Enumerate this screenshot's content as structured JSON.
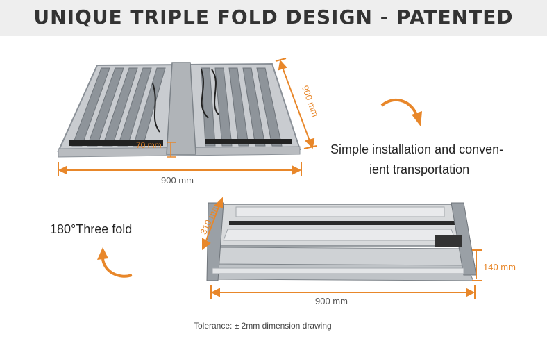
{
  "title": "UNIQUE TRIPLE FOLD DESIGN - PATENTED",
  "top_view": {
    "width_label": "900 mm",
    "depth_label": "900 mm",
    "height_label": "70 mm"
  },
  "caption_right": {
    "line1": "Simple installation and conven-",
    "line2": "ient transportation"
  },
  "caption_left": "180°Three fold",
  "folded_view": {
    "depth_label": "310 mm",
    "height_label": "140 mm",
    "width_label": "900 mm"
  },
  "footer": "Tolerance: ± 2mm dimension drawing",
  "colors": {
    "accent": "#e8872a",
    "title_bg": "#eeeeee",
    "frame": "#9aa0a6"
  },
  "icons": [
    "curved-arrow-down-icon",
    "curved-arrow-up-icon"
  ]
}
